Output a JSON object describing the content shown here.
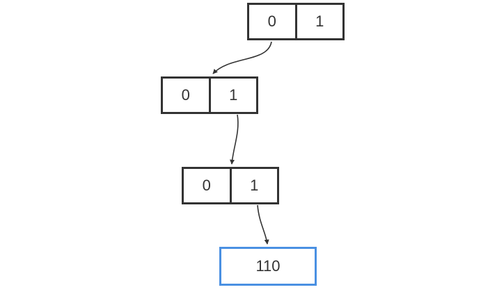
{
  "colors": {
    "node_border": "#333333",
    "leaf_border": "#4a90e2",
    "edge": "#333333",
    "text": "#333333"
  },
  "nodes": [
    {
      "left": "0",
      "right": "1"
    },
    {
      "left": "0",
      "right": "1"
    },
    {
      "left": "0",
      "right": "1"
    }
  ],
  "leaf": {
    "label": "110"
  }
}
